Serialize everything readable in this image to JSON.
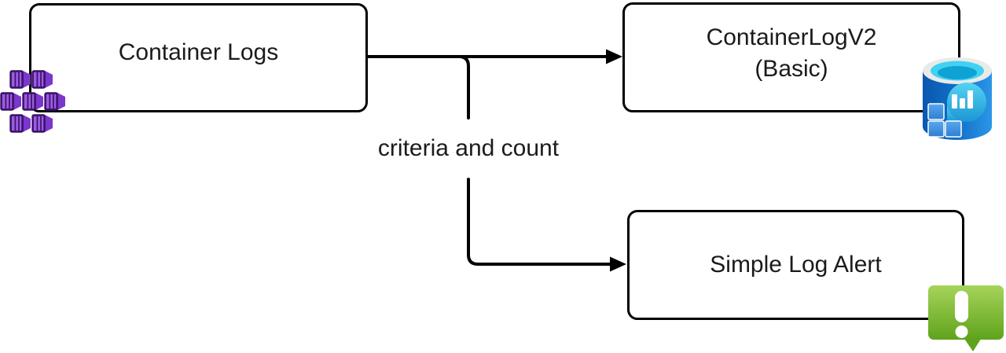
{
  "diagram": {
    "background_color": "#ffffff",
    "line_color": "#000000",
    "text_color": "#1b1b1b",
    "nodes": [
      {
        "id": "container-logs",
        "label": "Container Logs",
        "icon": "containers-icon"
      },
      {
        "id": "containerlogv2-basic",
        "label": "ContainerLogV2",
        "sublabel": "(Basic)",
        "icon": "log-analytics-icon"
      },
      {
        "id": "simple-log-alert",
        "label": "Simple Log Alert",
        "icon": "alert-icon"
      }
    ],
    "edges": [
      {
        "from": "container-logs",
        "to": "containerlogv2-basic",
        "label": ""
      },
      {
        "from": "container-logs",
        "to": "simple-log-alert",
        "label": "criteria and count"
      }
    ],
    "icon_colors": {
      "containers": {
        "front": "#9D5BE4",
        "side": "#7B36CE",
        "outline": "#3A1468"
      },
      "log_analytics": {
        "body_dark": "#0A57AE",
        "body_light": "#2B96E8",
        "rim": "#EAEAE8",
        "lid": "#40D2F2",
        "lid_inner": "#10A2D4",
        "bubble_light": "#55D4F2",
        "bubble_dark": "#1C96D4",
        "bars": "#FFFFFF",
        "tile_light": "#5AA8EE",
        "tile_dark": "#2E7ED2"
      },
      "alert": {
        "bubble_top": "#A6D45A",
        "bubble_bottom": "#5FA31C",
        "mark": "#FFFFFF"
      }
    }
  }
}
